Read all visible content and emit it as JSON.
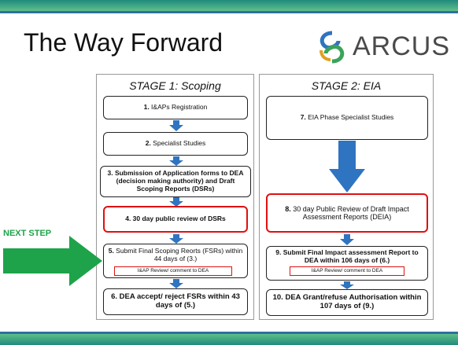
{
  "slide": {
    "title": "The Way Forward",
    "logo_text": "ARCUS",
    "next_step_label": "NEXT STEP"
  },
  "stage1": {
    "title": "STAGE 1: Scoping",
    "boxes": [
      {
        "num": "1.",
        "text": " I&APs Registration"
      },
      {
        "num": "2.",
        "text": " Specialist Studies"
      },
      {
        "num": "3.",
        "text": " Submission of Application forms to DEA (decision making authority) and Draft Scoping Reports (DSRs)"
      },
      {
        "num": "4.",
        "text": " 30 day public review of DSRs"
      },
      {
        "num": "5.",
        "text": " Submit Final Scoping Reorts (FSRs) within 44 days of (3.)",
        "sub": "I&AP Review/ comment to DEA"
      },
      {
        "num": "6.",
        "text": " DEA accept/ reject FSRs within 43 days of (5.)"
      }
    ]
  },
  "stage2": {
    "title": "STAGE 2: EIA",
    "boxes": [
      {
        "num": "7.",
        "text": " EIA Phase Specialist Studies"
      },
      {
        "num": "8.",
        "text": " 30 day Public Review of Draft Impact Assessment Reports (DEIA)"
      },
      {
        "num": "9.",
        "text": " Submit Final Impact assessment Report to DEA within 106 days of (6.)",
        "sub": "I&AP Review/ comment to DEA"
      },
      {
        "num": "10.",
        "text": " DEA Grant/refuse Authorisation within 107 days of (9.)"
      }
    ]
  },
  "colors": {
    "accent_red": "#e01010",
    "arrow_blue": "#2f74c0",
    "next_green": "#1ea34a"
  }
}
